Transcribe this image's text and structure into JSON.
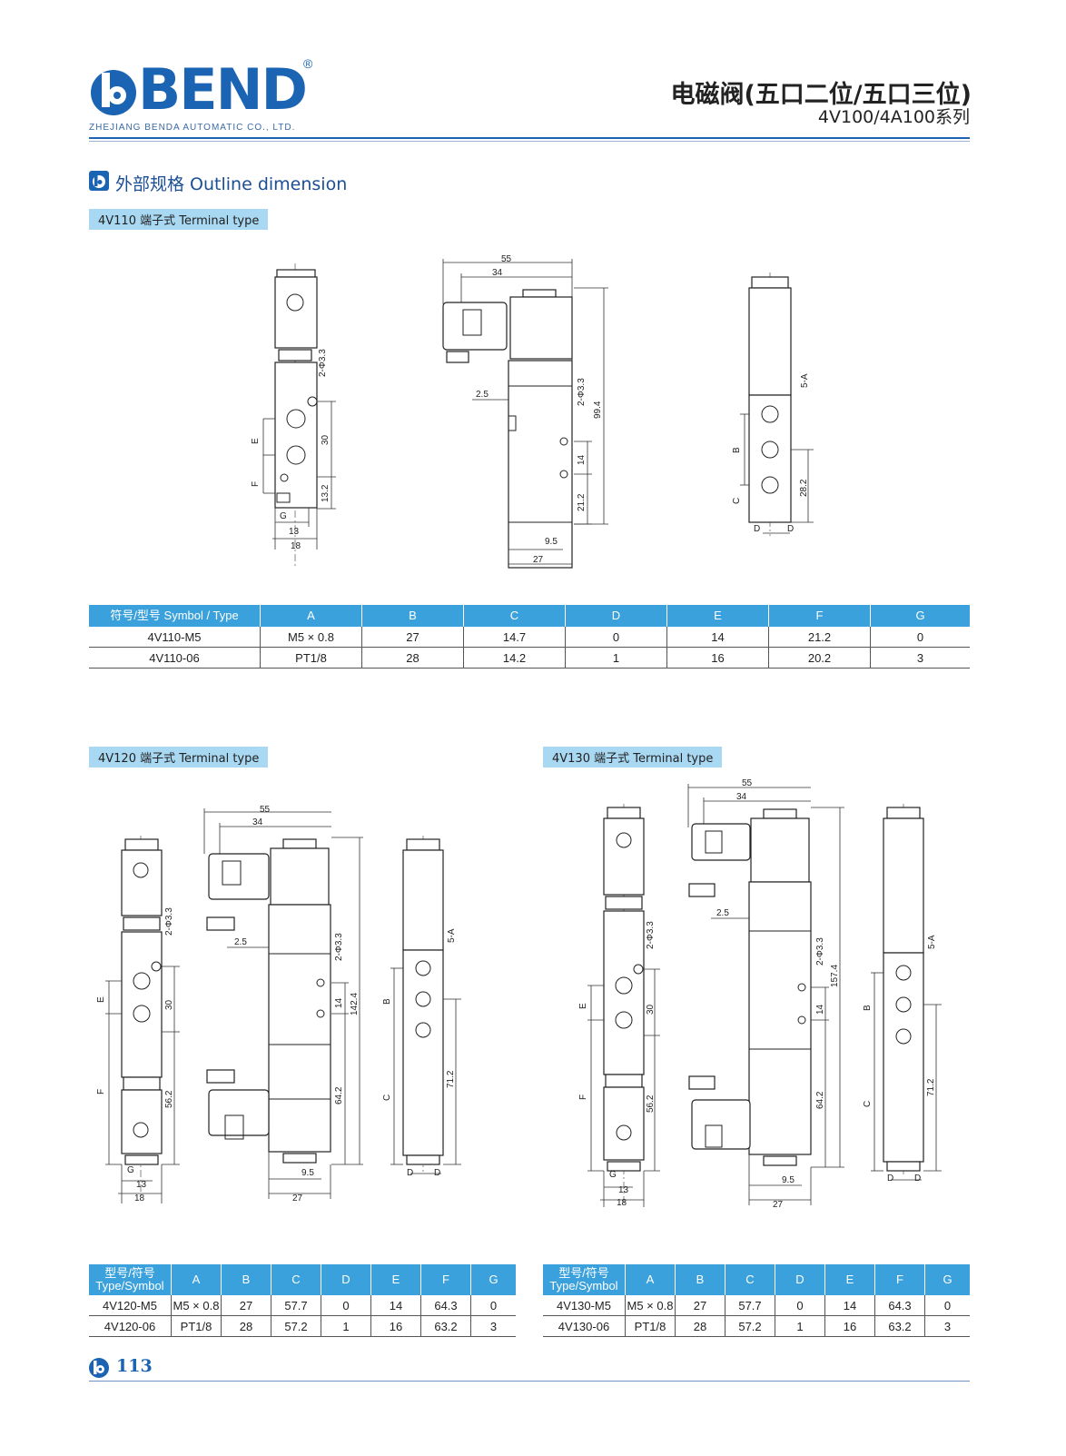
{
  "header": {
    "logo": "BEND",
    "registered": "®",
    "company": "ZHEJIANG BENDA AUTOMATIC CO., LTD.",
    "title": "电磁阀(五口二位/五口三位)",
    "subtitle": "4V100/4A100系列"
  },
  "section": {
    "title": "外部规格 Outline dimension"
  },
  "blocks": [
    {
      "tag": "4V110 端子式 Terminal type"
    },
    {
      "tag": "4V120 端子式 Terminal type"
    },
    {
      "tag": "4V130 端子式 Terminal type"
    }
  ],
  "dims": {
    "d55": "55",
    "d34": "34",
    "d25": "2.5",
    "phi": "2-Φ3.3",
    "d994": "99.4",
    "d14": "14",
    "d212": "21.2",
    "d95": "9.5",
    "d27": "27",
    "d30": "30",
    "d132": "13.2",
    "d13": "13",
    "d18": "18",
    "d5a": "5-A",
    "d282": "28.2",
    "d1424": "142.4",
    "d642": "64.2",
    "d562": "56.2",
    "d712": "71.2",
    "d1574": "157.4",
    "lE": "E",
    "lF": "F",
    "lG": "G",
    "lB": "B",
    "lC": "C",
    "lD": "D"
  },
  "table110": {
    "headers": [
      "符号/型号 Symbol / Type",
      "A",
      "B",
      "C",
      "D",
      "E",
      "F",
      "G"
    ],
    "rows": [
      [
        "4V110-M5",
        "M5 × 0.8",
        "27",
        "14.7",
        "0",
        "14",
        "21.2",
        "0"
      ],
      [
        "4V110-06",
        "PT1/8",
        "28",
        "14.2",
        "1",
        "16",
        "20.2",
        "3"
      ]
    ]
  },
  "table120": {
    "headers": [
      "型号/符号 Type/Symbol",
      "A",
      "B",
      "C",
      "D",
      "E",
      "F",
      "G"
    ],
    "rows": [
      [
        "4V120-M5",
        "M5 × 0.8",
        "27",
        "57.7",
        "0",
        "14",
        "64.3",
        "0"
      ],
      [
        "4V120-06",
        "PT1/8",
        "28",
        "57.2",
        "1",
        "16",
        "63.2",
        "3"
      ]
    ]
  },
  "table130": {
    "headers": [
      "型号/符号 Type/Symbol",
      "A",
      "B",
      "C",
      "D",
      "E",
      "F",
      "G"
    ],
    "rows": [
      [
        "4V130-M5",
        "M5 × 0.8",
        "27",
        "57.7",
        "0",
        "14",
        "64.3",
        "0"
      ],
      [
        "4V130-06",
        "PT1/8",
        "28",
        "57.2",
        "1",
        "16",
        "63.2",
        "3"
      ]
    ]
  },
  "footer": {
    "page": "113"
  },
  "colors": {
    "brand": "#1b64b3",
    "table_header": "#3ba1dc",
    "tag_bg": "#a9d8f2"
  }
}
